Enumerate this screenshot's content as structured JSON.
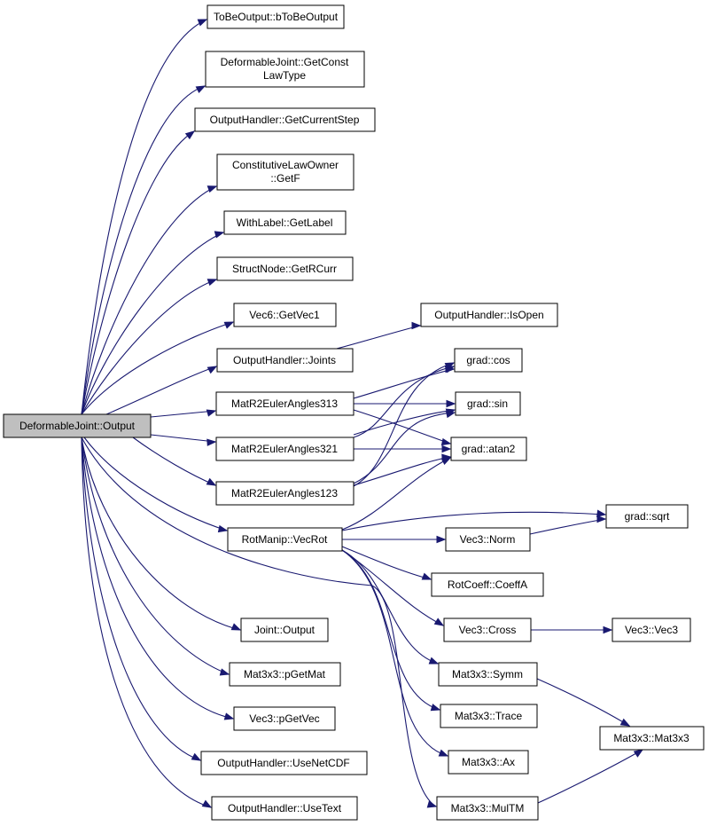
{
  "colors": {
    "edge": "#191970",
    "root_fill": "#bfbfbf",
    "node_fill": "#ffffff",
    "node_border": "#000000"
  },
  "nodes": {
    "root": "DeformableJoint::Output",
    "tobeoutput": "ToBeOutput::bToBeOutput",
    "getconstlawtype": [
      "DeformableJoint::GetConst",
      "LawType"
    ],
    "getcurrentstep": "OutputHandler::GetCurrentStep",
    "getf": [
      "ConstitutiveLawOwner",
      "::GetF"
    ],
    "getlabel": "WithLabel::GetLabel",
    "getrcurr": "StructNode::GetRCurr",
    "getvec1": "Vec6::GetVec1",
    "isopen": "OutputHandler::IsOpen",
    "joints": "OutputHandler::Joints",
    "euler313": "MatR2EulerAngles313",
    "cos": "grad::cos",
    "sin": "grad::sin",
    "euler321": "MatR2EulerAngles321",
    "atan2": "grad::atan2",
    "euler123": "MatR2EulerAngles123",
    "vecrot": "RotManip::VecRot",
    "sqrt": "grad::sqrt",
    "norm": "Vec3::Norm",
    "coeffa": "RotCoeff::CoeffA",
    "cross": "Vec3::Cross",
    "vec3": "Vec3::Vec3",
    "symm": "Mat3x3::Symm",
    "trace": "Mat3x3::Trace",
    "mat3x3": "Mat3x3::Mat3x3",
    "ax": "Mat3x3::Ax",
    "joint_output": "Joint::Output",
    "pgetmat": "Mat3x3::pGetMat",
    "pgetvec": "Vec3::pGetVec",
    "multm": "Mat3x3::MulTM",
    "usenetcdf": "OutputHandler::UseNetCDF",
    "usetext": "OutputHandler::UseText"
  }
}
